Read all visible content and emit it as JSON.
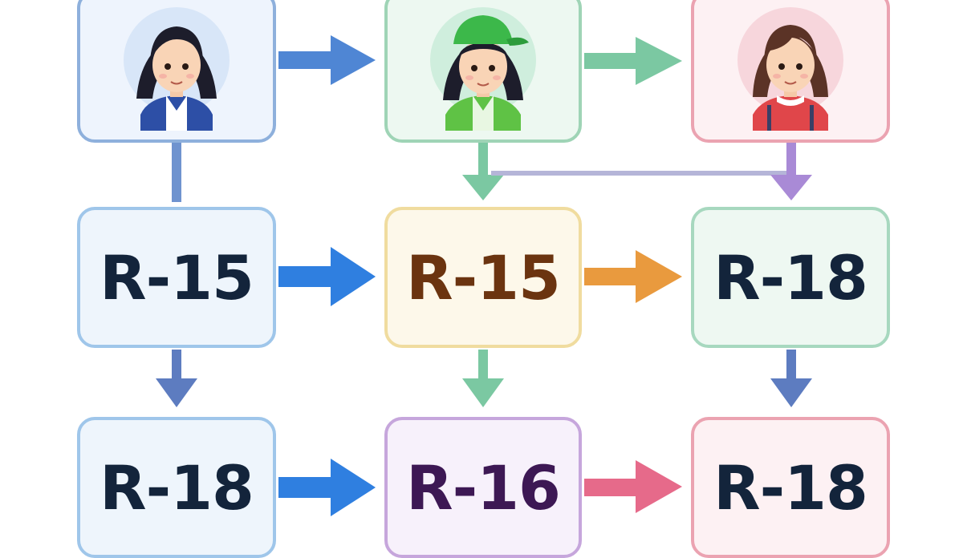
{
  "nodes": {
    "top_left": {
      "code": null,
      "role": "person",
      "hair": "#1d1d2b",
      "outfit": "#2d4fa6",
      "shirt": "#ffffff",
      "halo": "#d8e6f8"
    },
    "top_mid": {
      "code": null,
      "role": "person",
      "hair": "#1d1d2b",
      "outfit": "#5fc245",
      "shirt": "#e8f7e2",
      "cap": "#3cb84a",
      "halo": "#cfeedd"
    },
    "top_right": {
      "code": null,
      "role": "person",
      "hair": "#5b3326",
      "outfit": "#e0464a",
      "shirt": "#ffffff",
      "halo": "#f7d6dc"
    },
    "mid_left": {
      "code": "R-15"
    },
    "mid_mid": {
      "code": "R-15"
    },
    "mid_right": {
      "code": "R-18"
    },
    "bottom_left": {
      "code": "R-18"
    },
    "bottom_mid": {
      "code": "R-16"
    },
    "bottom_right": {
      "code": "R-18"
    }
  },
  "colors": {
    "blue_arrow": "#4f86d4",
    "bright_blue_arrow": "#2f7fe0",
    "green_arrow": "#7bc8a2",
    "orange_arrow": "#e99a3e",
    "pink_arrow": "#e66a8a",
    "purple_arrow": "#a98ad6",
    "slate_arrow": "#5d7cc0",
    "slate_line": "#b5b5d8"
  }
}
